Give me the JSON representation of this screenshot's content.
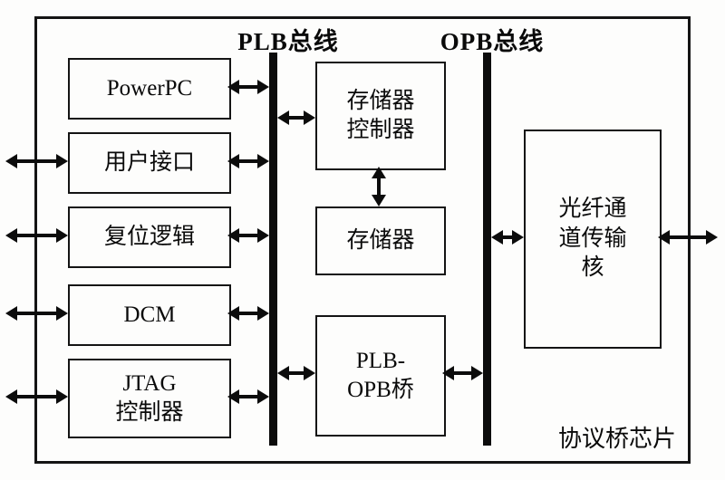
{
  "diagram": {
    "plb_bus_label": "PLB总线",
    "opb_bus_label": "OPB总线",
    "chip_label": "协议桥芯片",
    "blocks": {
      "powerpc": "PowerPC",
      "user_interface": "用户接口",
      "reset_logic": "复位逻辑",
      "dcm": "DCM",
      "jtag_controller": "JTAG\n控制器",
      "memory_controller": "存储器\n控制器",
      "memory": "存储器",
      "plb_opb_bridge": "PLB-\nOPB桥",
      "fiber_channel_core": "光纤通\n道传输\n核"
    },
    "colors": {
      "line": "#0c0c0c",
      "background": "#fdfdfc"
    }
  }
}
